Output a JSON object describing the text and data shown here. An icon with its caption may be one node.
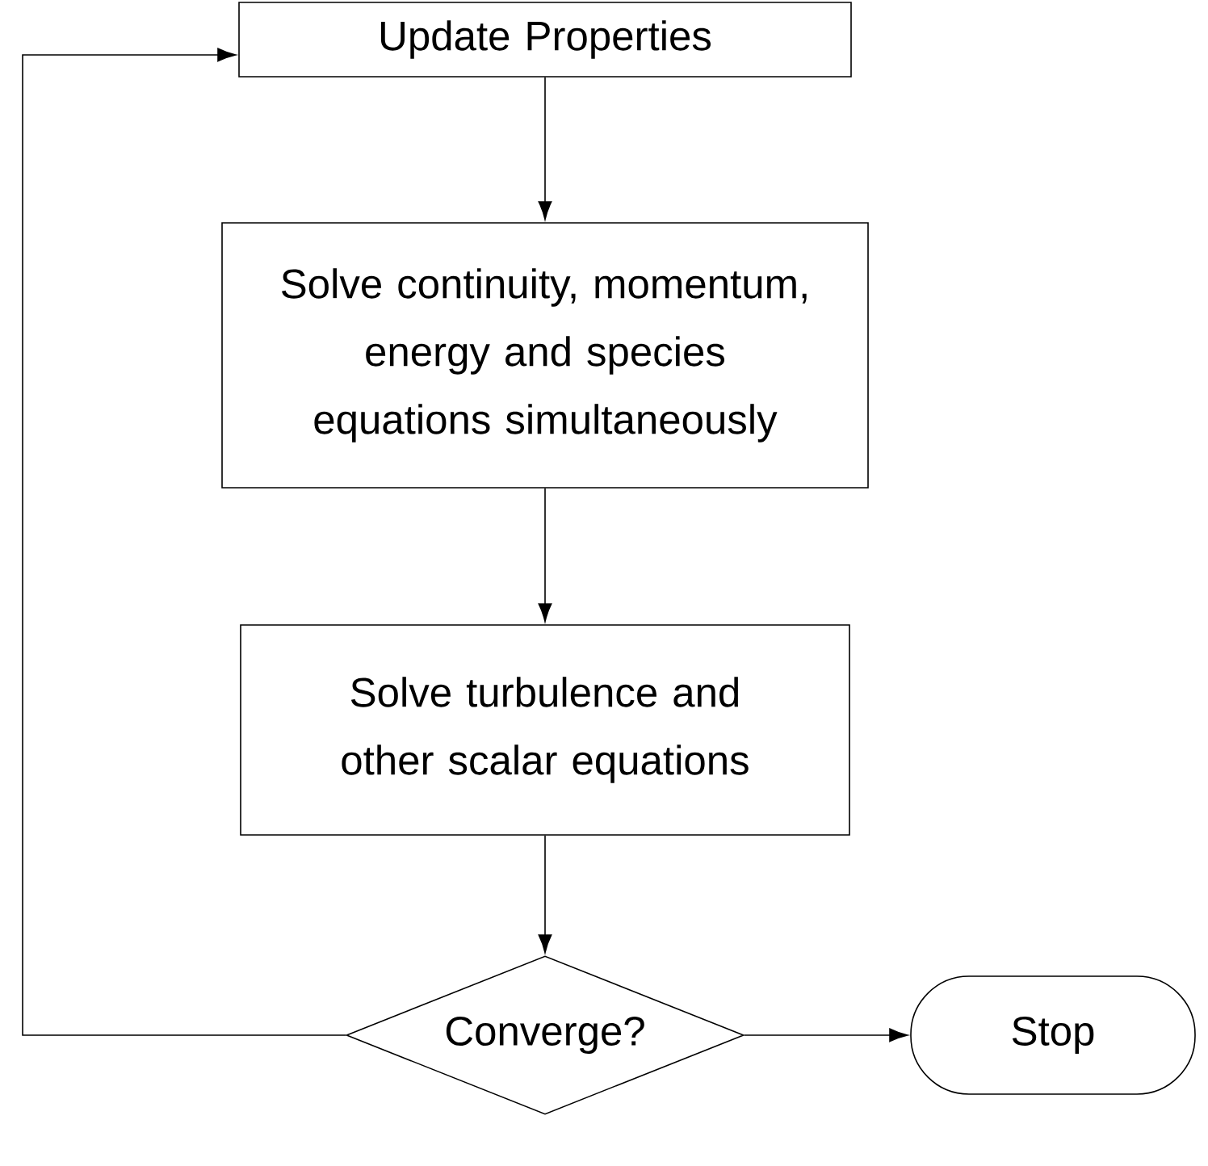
{
  "diagram": {
    "nodes": [
      {
        "text": [
          "Update Properties"
        ]
      },
      {
        "text": [
          "Solve continuity, momentum, energy and species equations simultaneously"
        ]
      },
      {
        "text": [
          "Solve turbulence and other scalar equations"
        ]
      },
      {
        "text": [
          "Converge?"
        ]
      },
      {
        "text": [
          "Stop"
        ]
      }
    ],
    "edges": [
      {
        "from": 0,
        "to": 1,
        "arrow": "to"
      },
      {
        "from": 1,
        "to": 2,
        "arrow": "to"
      },
      {
        "from": 2,
        "to": 3,
        "arrow": "to"
      },
      {
        "from": 3,
        "to": 4,
        "arrow": "to"
      },
      {
        "from": 3,
        "to": 0,
        "arrow": "to"
      }
    ]
  }
}
